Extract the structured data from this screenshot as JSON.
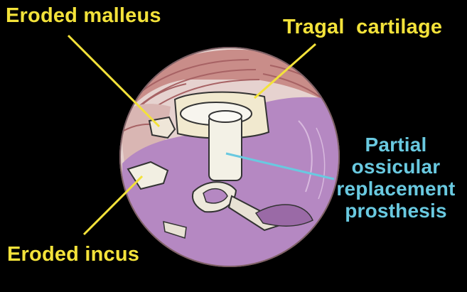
{
  "labels": {
    "eroded_malleus": "Eroded malleus",
    "tragal_cartilage": "Tragal  cartilage",
    "prosthesis": "Partial ossicular replacement prosthesis",
    "eroded_incus": "Eroded incus"
  },
  "colors": {
    "background": "#000000",
    "label_yellow": "#f3e23a",
    "label_cyan": "#69c9e0",
    "middle_ear_purple": "#b58ac2",
    "bone_ivory": "#f2efe2",
    "membrane_pink": "#e8d3cf",
    "muscle_red": "#c78a87"
  }
}
